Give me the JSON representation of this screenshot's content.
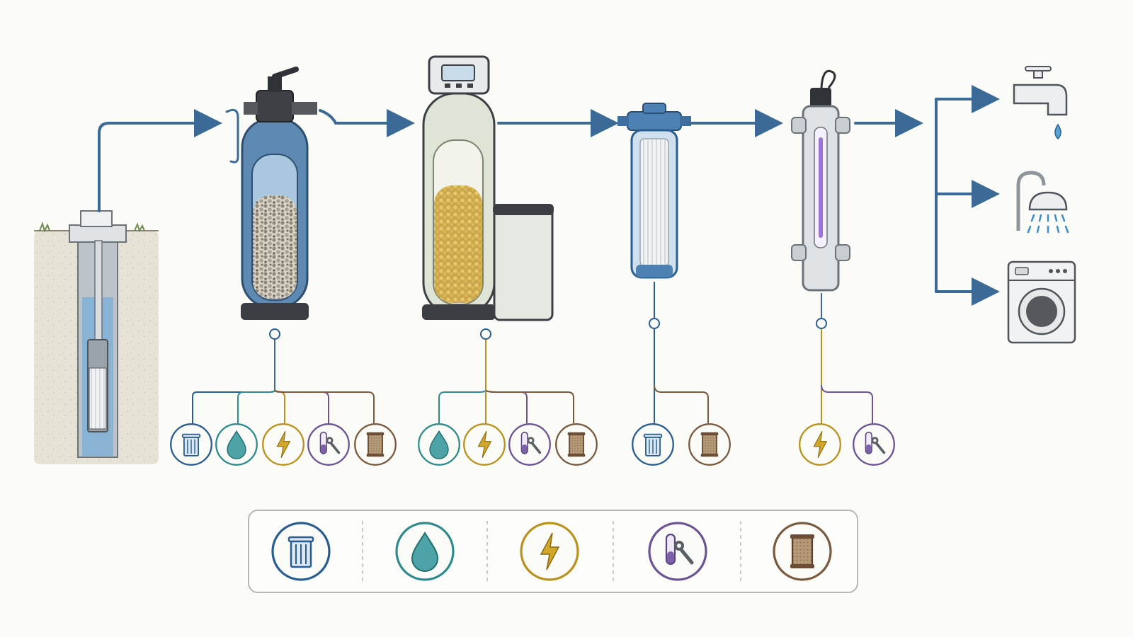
{
  "colors": {
    "pipe": "#3c6a97",
    "filter_blue": "#2a5d8f",
    "water_teal": "#2f8a8e",
    "electric_gold": "#b8911f",
    "test_purple": "#6c5494",
    "cartridge_brown": "#7a5a3e",
    "background": "#fbfbf7"
  },
  "stages": [
    {
      "id": "well",
      "equipment": "well-casing-with-submersible-pump"
    },
    {
      "id": "sediment",
      "equipment": "sediment-filter-tank",
      "badges": [
        "filter-icon",
        "water-drop-icon",
        "lightning-icon",
        "test-tube-wrench-icon",
        "cartridge-icon"
      ]
    },
    {
      "id": "softener",
      "equipment": "water-softener-with-brine-tank",
      "badges": [
        "water-drop-icon",
        "lightning-icon",
        "test-tube-wrench-icon",
        "cartridge-icon"
      ]
    },
    {
      "id": "cartridge",
      "equipment": "cartridge-filter-housing",
      "badges": [
        "filter-icon",
        "cartridge-icon"
      ]
    },
    {
      "id": "uv",
      "equipment": "uv-sterilizer",
      "badges": [
        "lightning-icon",
        "test-tube-wrench-icon"
      ]
    }
  ],
  "outlets": [
    "faucet-icon",
    "shower-icon",
    "washing-machine-icon"
  ],
  "legend": [
    "filter-icon",
    "water-drop-icon",
    "lightning-icon",
    "test-tube-wrench-icon",
    "cartridge-icon"
  ]
}
